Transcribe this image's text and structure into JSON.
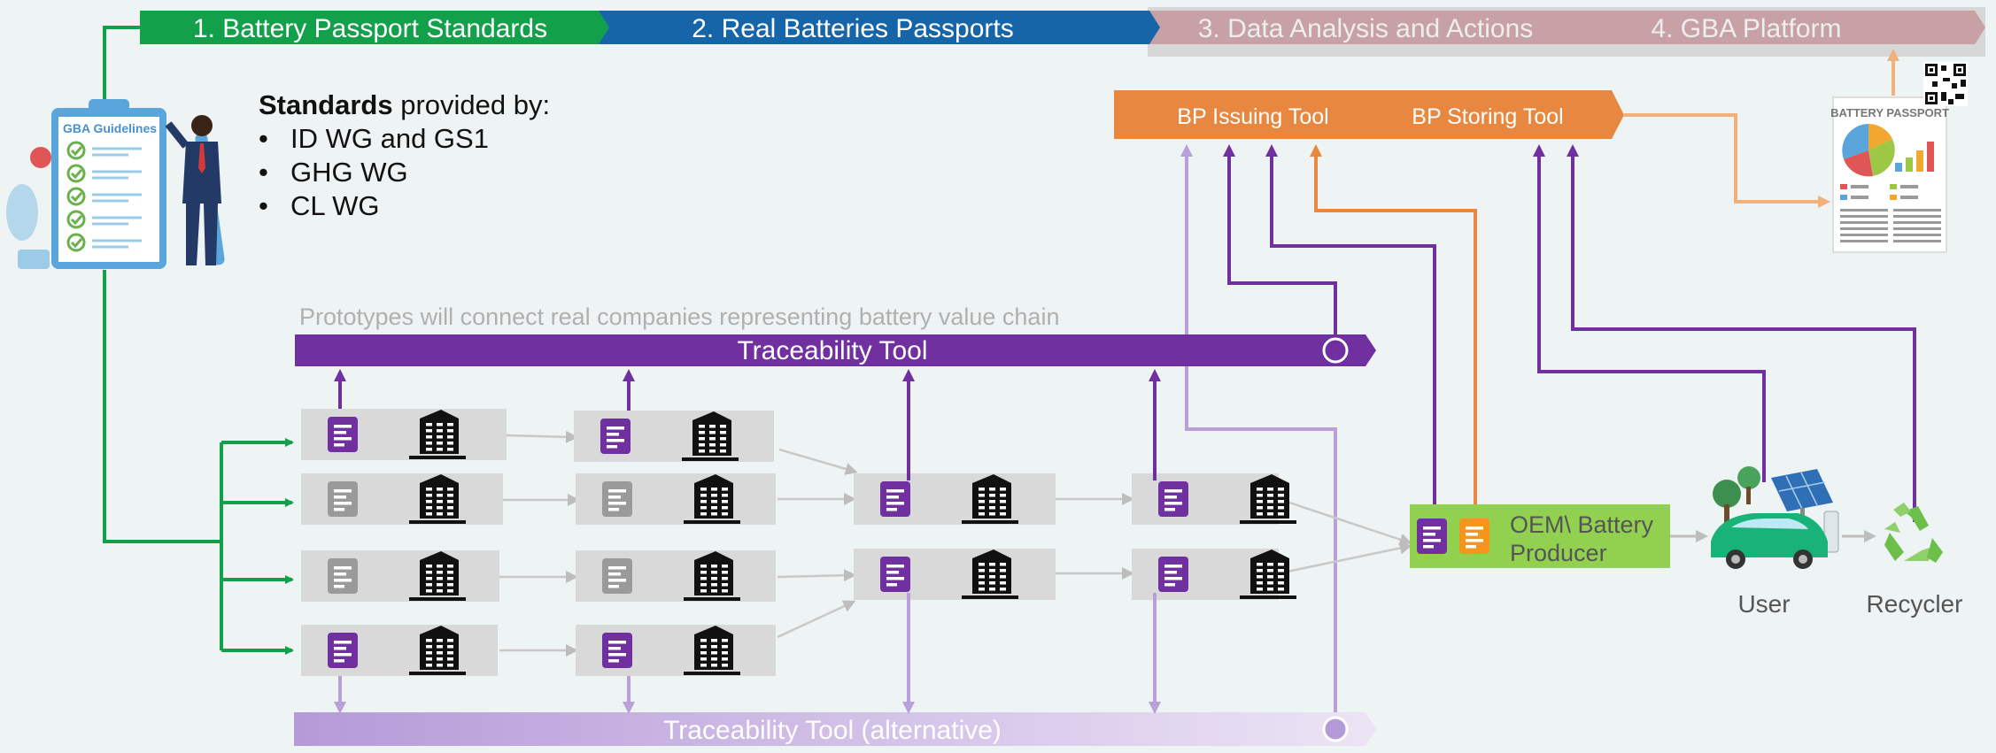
{
  "phases": [
    {
      "label": "1. Battery Passport Standards",
      "color": "#13a04a"
    },
    {
      "label": "2. Real Batteries Passports",
      "color": "#1565a8"
    },
    {
      "label": "3. Data Analysis and Actions",
      "color": "#c7a1a5"
    },
    {
      "label": "4. GBA Platform",
      "color": "#c7a1a5"
    }
  ],
  "standards": {
    "lead_bold": "Standards",
    "lead_rest": " provided by:",
    "items": [
      "ID WG and GS1",
      "GHG WG",
      "CL WG"
    ]
  },
  "guidelines_label": "GBA Guidelines",
  "tools": {
    "issuing": "BP Issuing Tool",
    "storing": "BP Storing Tool"
  },
  "passport_label": "BATTERY PASSPORT",
  "prototype_note": "Prototypes will connect real companies representing battery value chain",
  "traceability": "Traceability Tool",
  "traceability_alt": "Traceability Tool (alternative)",
  "oem": {
    "line1": "OEM\\ Battery",
    "line2": "Producer"
  },
  "user_label": "User",
  "recycler_label": "Recycler",
  "colors": {
    "green": "#13a04a",
    "blue": "#1565a8",
    "purple": "#7030a0",
    "light_purple": "#b9a0d8",
    "orange": "#e8873f",
    "light_orange": "#f2b07a",
    "oem_green": "#92d050",
    "doc_orange": "#f7941d",
    "doc_grey": "#9a9a9a"
  }
}
